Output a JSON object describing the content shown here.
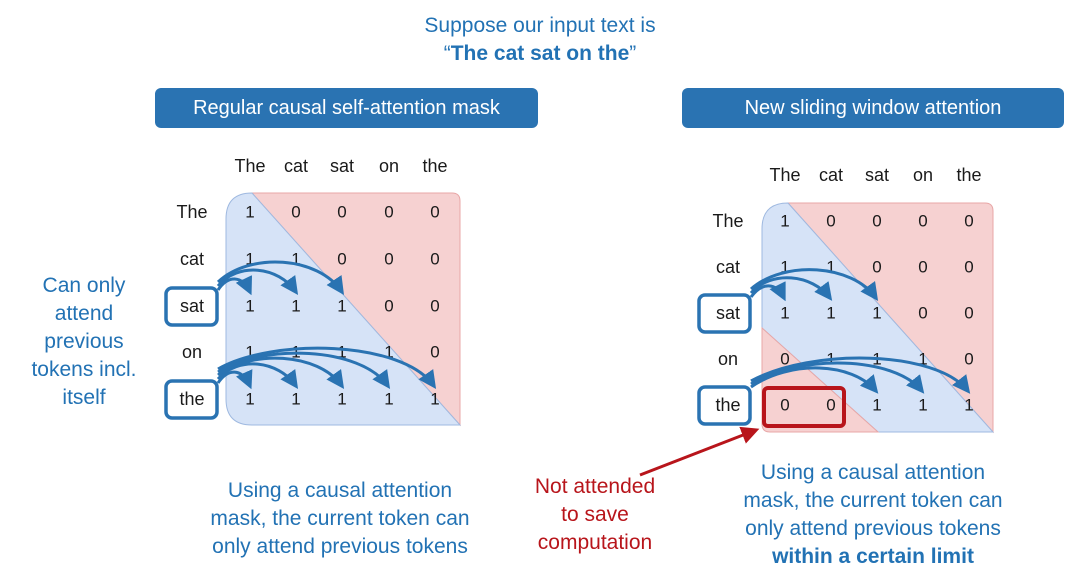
{
  "header": {
    "line1": "Suppose our input text is",
    "open_quote": "“",
    "phrase": "The cat sat on the",
    "close_quote": "”"
  },
  "tokens": [
    "The",
    "cat",
    "sat",
    "on",
    "the"
  ],
  "left_panel": {
    "title": "Regular causal self-attention mask",
    "matrix": [
      [
        1,
        0,
        0,
        0,
        0
      ],
      [
        1,
        1,
        0,
        0,
        0
      ],
      [
        1,
        1,
        1,
        0,
        0
      ],
      [
        1,
        1,
        1,
        1,
        0
      ],
      [
        1,
        1,
        1,
        1,
        1
      ]
    ],
    "side_note": [
      "Can only",
      "attend",
      "previous",
      "tokens incl.",
      "itself"
    ],
    "caption": [
      "Using a causal attention",
      "mask, the current token can",
      "only attend previous tokens"
    ]
  },
  "right_panel": {
    "title": "New sliding window attention",
    "matrix": [
      [
        1,
        0,
        0,
        0,
        0
      ],
      [
        1,
        1,
        0,
        0,
        0
      ],
      [
        1,
        1,
        1,
        0,
        0
      ],
      [
        0,
        1,
        1,
        1,
        0
      ],
      [
        0,
        0,
        1,
        1,
        1
      ]
    ],
    "caption": [
      "Using a causal attention",
      "mask, the current token can",
      "only attend previous tokens"
    ],
    "caption_bold": "within a certain limit"
  },
  "not_attended_note": [
    "Not attended",
    "to save",
    "computation"
  ],
  "colors": {
    "accent_blue": "#2272b4",
    "pill_blue": "#2a73b2",
    "highlight_red": "#b8151b",
    "attended_fill": "#d6e3f7",
    "masked_fill": "#f6d1d1"
  }
}
